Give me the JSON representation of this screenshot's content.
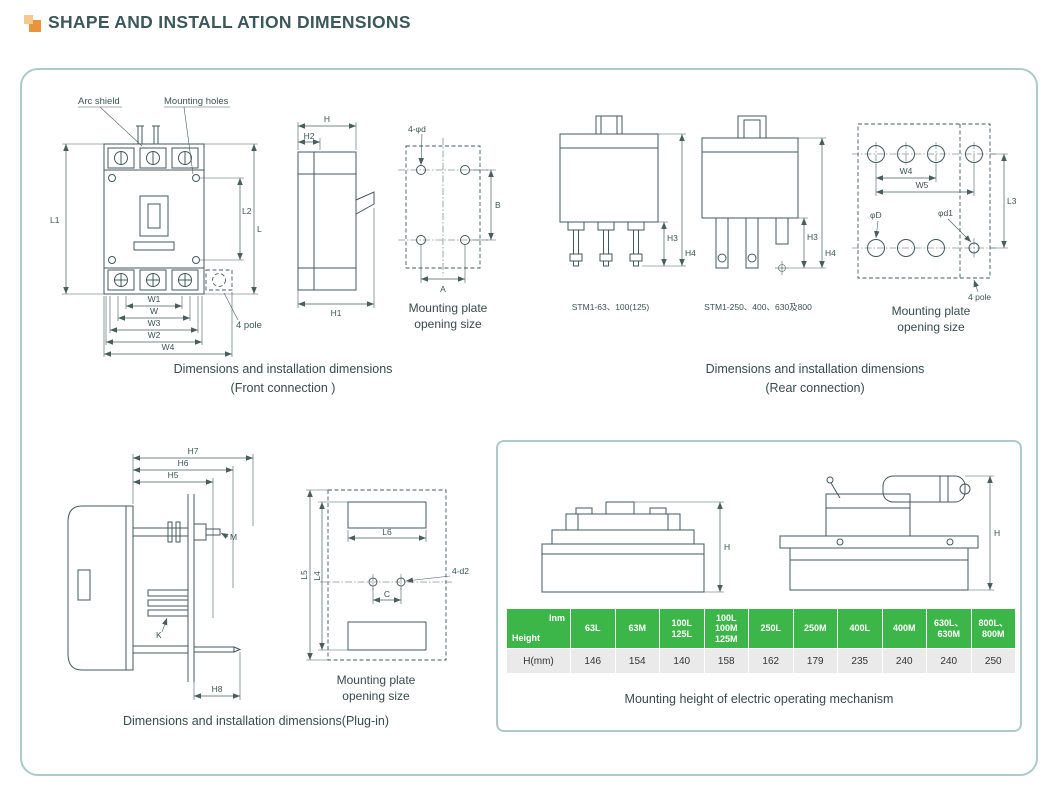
{
  "header": {
    "title": "SHAPE AND INSTALL ATION DIMENSIONS"
  },
  "front_view": {
    "arc_shield": "Arc shield",
    "mounting_holes": "Mounting holes",
    "four_pole": "4 pole",
    "dims": {
      "l1": "L1",
      "l2": "L2",
      "l": "L",
      "w1": "W1",
      "w": "W",
      "w3": "W3",
      "w2": "W2",
      "w4": "W4"
    }
  },
  "side_view": {
    "dims": {
      "h": "H",
      "h2": "H2",
      "h1": "H1"
    }
  },
  "front_plate": {
    "hole": "4-φd",
    "a": "A",
    "b": "B",
    "caption_line1": "Mounting plate",
    "caption_line2": "opening size"
  },
  "front_caption": {
    "line1": "Dimensions and installation dimensions",
    "line2": "(Front connection )"
  },
  "rear_view_small": {
    "model": "STM1-63、100(125)",
    "h3": "H3",
    "h4": "H4"
  },
  "rear_view_large": {
    "model": "STM1-250、400、630及800",
    "h3": "H3",
    "h4": "H4"
  },
  "rear_plate": {
    "w4": "W4",
    "w5": "W5",
    "l3": "L3",
    "phi_d": "φD",
    "phi_d1": "φd1",
    "four_pole": "4 pole",
    "caption_line1": "Mounting plate",
    "caption_line2": "opening size"
  },
  "rear_caption": {
    "line1": "Dimensions and installation dimensions",
    "line2": "(Rear connection)"
  },
  "plug_view": {
    "h7": "H7",
    "h6": "H6",
    "h5": "H5",
    "m": "M",
    "k": "K",
    "h8": "H8"
  },
  "plug_plate": {
    "l6": "L6",
    "l5": "L5",
    "l4": "L4",
    "c": "C",
    "hole": "4-d2",
    "caption_line1": "Mounting plate",
    "caption_line2": "opening size"
  },
  "plug_caption": "Dimensions and installation dimensions(Plug-in)",
  "mechanism": {
    "h_left": "H",
    "h_right": "H",
    "caption": "Mounting height of electric operating mechanism",
    "table": {
      "corner_top": "Inm",
      "corner_bottom": "Height",
      "row_label": "H(mm)",
      "columns": [
        "63L",
        "63M",
        "100L\n125L",
        "100L\n100M\n125M",
        "250L",
        "250M",
        "400L",
        "400M",
        "630L、\n630M",
        "800L、\n800M"
      ],
      "values": [
        "146",
        "154",
        "140",
        "158",
        "162",
        "179",
        "235",
        "240",
        "240",
        "250"
      ]
    }
  },
  "colors": {
    "accent_green": "#3CB549",
    "line": "#44585C",
    "panel_border": "#AFC8C8",
    "title": "#3C5858",
    "icon_orange": "#E8943A"
  }
}
